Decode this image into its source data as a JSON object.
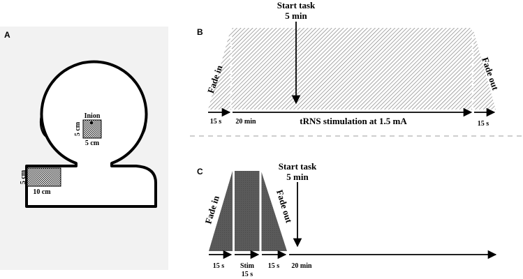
{
  "panel_a": {
    "letter": "A",
    "occipital_electrode": {
      "label": "Inion",
      "height_label": "5 cm",
      "width_label": "5 cm"
    },
    "shoulder_electrode": {
      "height_label": "5 cm",
      "width_label": "10 cm"
    }
  },
  "panel_b": {
    "letter": "B",
    "start_task": {
      "line1": "Start task",
      "line2": "5 min"
    },
    "fade_in": "Fade in",
    "fade_out": "Fade out",
    "durations": {
      "fade_in": "15 s",
      "stim": "20 min",
      "fade_out": "15 s"
    },
    "stim_label": "tRNS stimulation at 1.5 mA"
  },
  "panel_c": {
    "letter": "C",
    "start_task": {
      "line1": "Start task",
      "line2": "5 min"
    },
    "fade_in": "Fade in",
    "fade_out": "Fade out",
    "durations": {
      "fade_in": "15 s",
      "stim_line1": "Stim",
      "stim_line2": "15 s",
      "fade_out": "15 s",
      "task": "20 min"
    }
  },
  "colors": {
    "panel_bg": "#f2f2f2",
    "outline": "#000000",
    "sham_fill": "#5a5a5a",
    "divider": "#bdbdbd"
  }
}
